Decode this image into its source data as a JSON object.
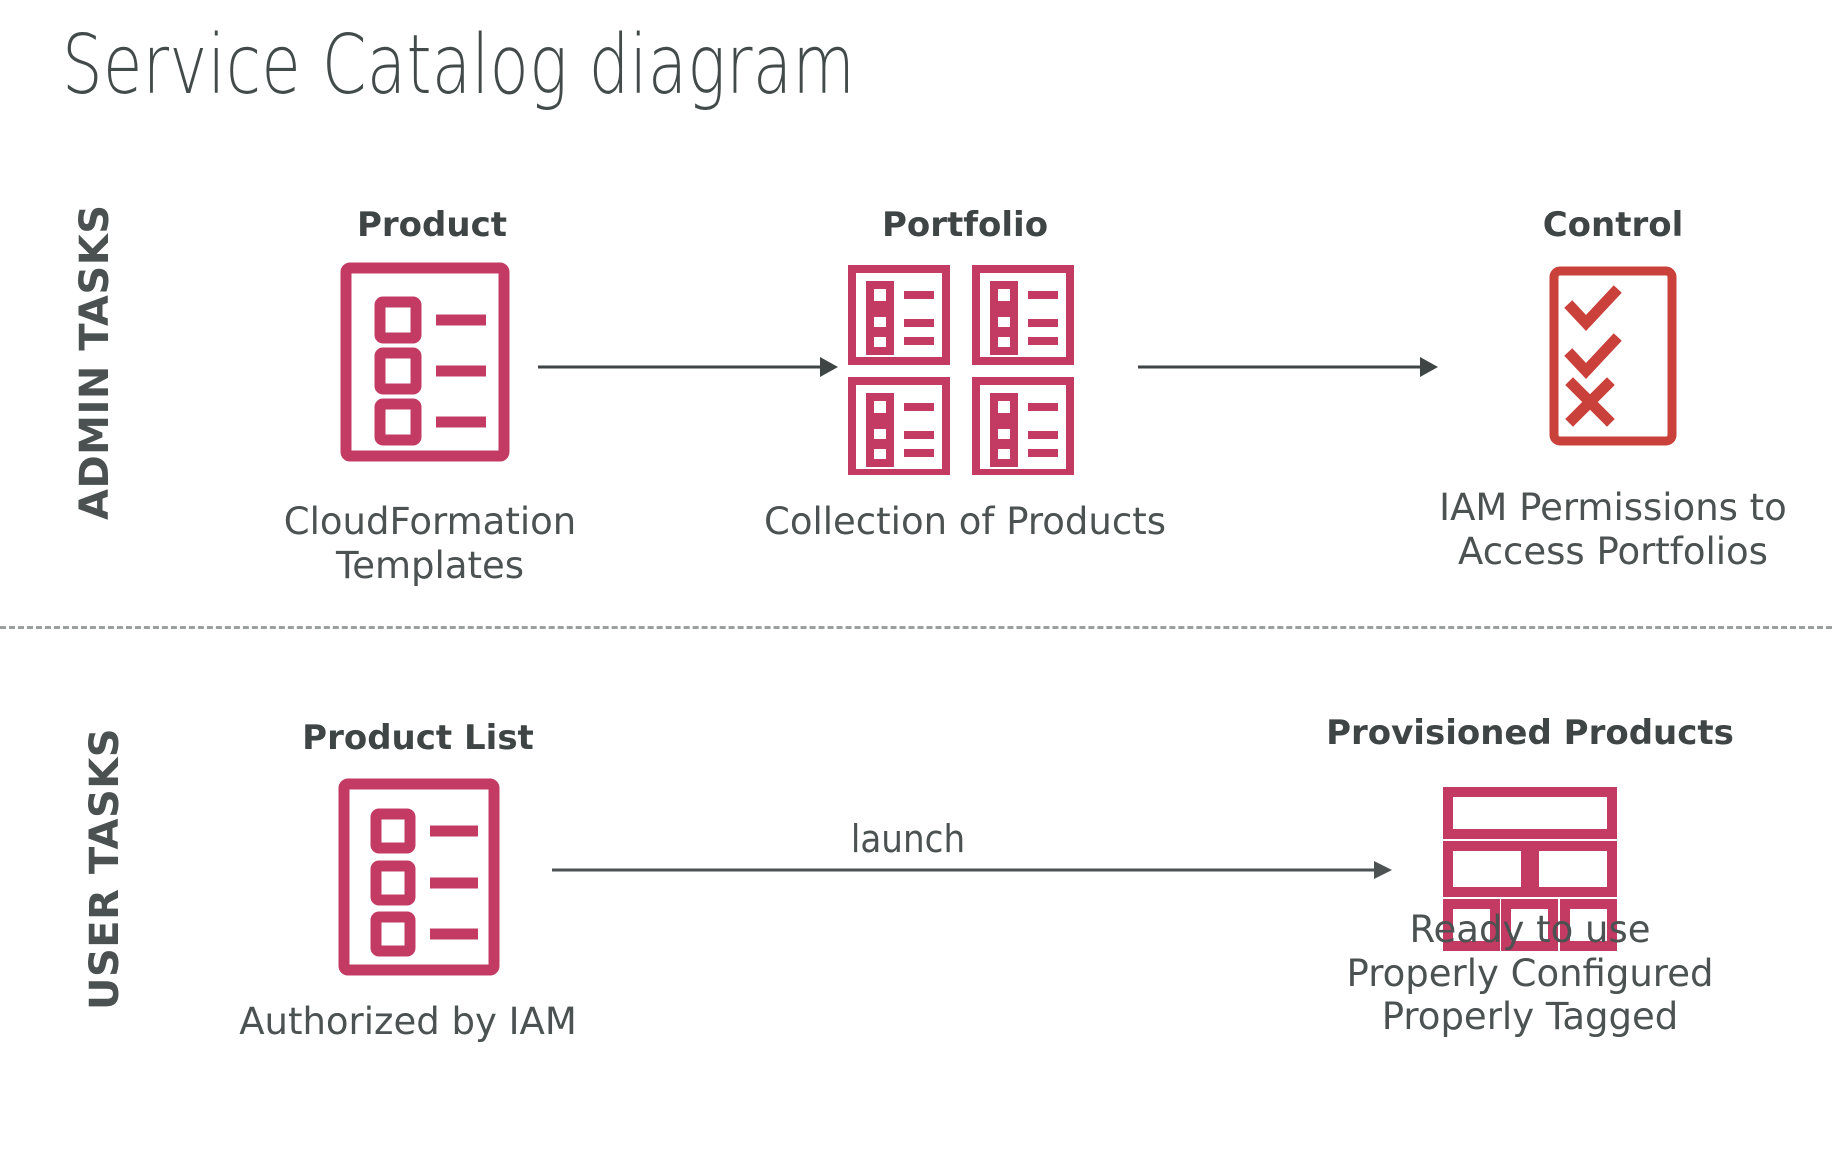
{
  "page": {
    "title": "Service Catalog diagram",
    "background": "#ffffff"
  },
  "colors": {
    "product_crimson": "#C33B63",
    "control_red": "#C9413A",
    "text_dark": "#3f4444",
    "arrow": "#3f4444",
    "divider": "#9b9f9f"
  },
  "sections": [
    {
      "id": "admin",
      "label": "ADMIN TASKS"
    },
    {
      "id": "user",
      "label": "USER TASKS"
    }
  ],
  "admin_row": {
    "nodes": [
      {
        "id": "product",
        "heading": "Product",
        "icon": "product-list-icon",
        "caption_lines": [
          "CloudFormation",
          "Templates"
        ]
      },
      {
        "id": "portfolio",
        "heading": "Portfolio",
        "icon": "portfolio-grid-icon",
        "caption_lines": [
          "Collection of Products"
        ]
      },
      {
        "id": "control",
        "heading": "Control",
        "icon": "control-checklist-icon",
        "caption_lines": [
          "IAM Permissions to",
          "Access Portfolios"
        ]
      }
    ],
    "arrows": [
      {
        "id": "product-to-portfolio",
        "label": ""
      },
      {
        "id": "portfolio-to-control",
        "label": ""
      }
    ]
  },
  "user_row": {
    "nodes": [
      {
        "id": "product-list",
        "heading": "Product List",
        "icon": "product-list-icon",
        "caption_lines": [
          "Authorized by IAM"
        ]
      },
      {
        "id": "provisioned-products",
        "heading": "Provisioned Products",
        "icon": "provisioned-blocks-icon",
        "caption_lines": [
          "Ready to use",
          "Properly Configured",
          "Properly Tagged"
        ]
      }
    ],
    "arrows": [
      {
        "id": "launch-arrow",
        "label": "launch"
      }
    ]
  }
}
